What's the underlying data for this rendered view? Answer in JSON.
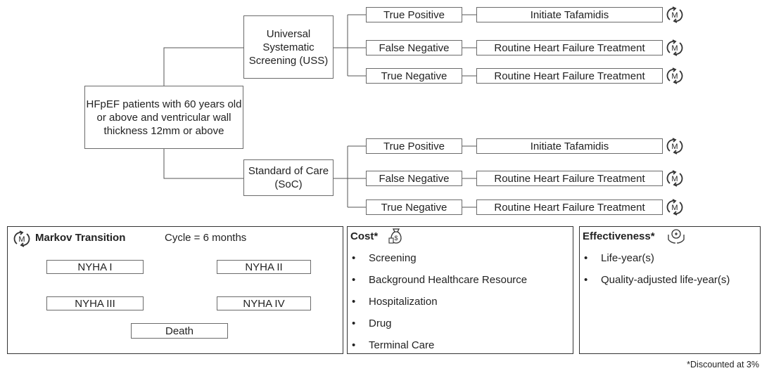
{
  "root": "HFpEF patients with 60 years old or above and ventricular wall thickness 12mm or above",
  "strategies": [
    {
      "label": "Universal Systematic Screening (USS)",
      "outcomes": [
        {
          "result": "True Positive",
          "treatment": "Initiate Tafamidis"
        },
        {
          "result": "False Negative",
          "treatment": "Routine Heart Failure Treatment"
        },
        {
          "result": "True Negative",
          "treatment": "Routine Heart Failure Treatment"
        }
      ]
    },
    {
      "label": "Standard of Care (SoC)",
      "outcomes": [
        {
          "result": "True Positive",
          "treatment": "Initiate Tafamidis"
        },
        {
          "result": "False Negative",
          "treatment": "Routine Heart Failure Treatment"
        },
        {
          "result": "True Negative",
          "treatment": "Routine Heart Failure Treatment"
        }
      ]
    }
  ],
  "markov_symbol": "M",
  "markov_panel": {
    "title": "Markov Transition",
    "cycle": "Cycle = 6 months",
    "states": {
      "s1": "NYHA I",
      "s2": "NYHA II",
      "s3": "NYHA III",
      "s4": "NYHA IV",
      "death": "Death"
    }
  },
  "cost_panel": {
    "title": "Cost*",
    "icon": "money-bag-icon",
    "items": [
      "Screening",
      "Background Healthcare Resource",
      "Hospitalization",
      "Drug",
      "Terminal Care"
    ]
  },
  "effect_panel": {
    "title": "Effectiveness*",
    "icon": "health-hands-icon",
    "items": [
      "Life-year(s)",
      "Quality-adjusted life-year(s)"
    ]
  },
  "footnote": "*Discounted at 3%"
}
